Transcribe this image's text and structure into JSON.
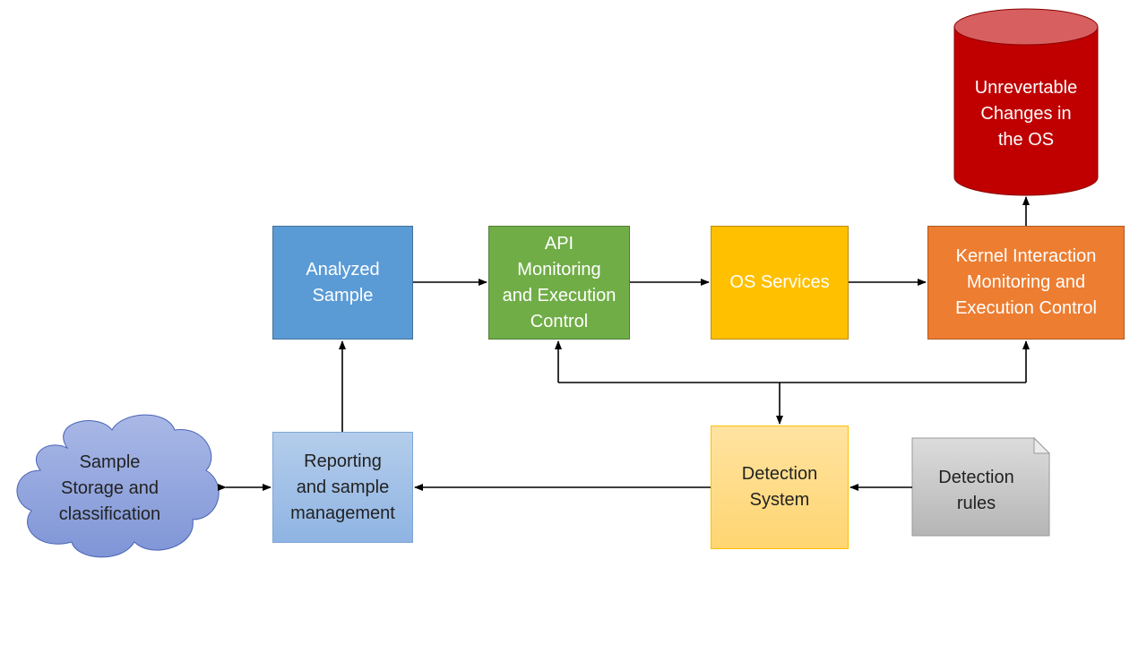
{
  "nodes": {
    "analyzed_sample": "Analyzed\nSample",
    "api_monitoring": "API\nMonitoring\nand Execution\nControl",
    "os_services": "OS Services",
    "kernel_interaction": "Kernel Interaction\nMonitoring and\nExecution Control",
    "unrevertable_changes": "Unrevertable\nChanges in\nthe OS",
    "reporting": "Reporting\nand sample\nmanagement",
    "sample_storage": "Sample\nStorage and\nclassification",
    "detection_system": "Detection\nSystem",
    "detection_rules": "Detection\nrules"
  },
  "colors": {
    "analyzed_sample": "#5b9bd5",
    "api_monitoring": "#70ad47",
    "os_services": "#ffc000",
    "kernel_interaction": "#ed7d31",
    "unrevertable_changes": "#c00000",
    "reporting": "#9dbfe6",
    "sample_storage": "#8fa3dc",
    "detection_system": "#ffd880",
    "detection_rules": "#c8c8c8"
  }
}
